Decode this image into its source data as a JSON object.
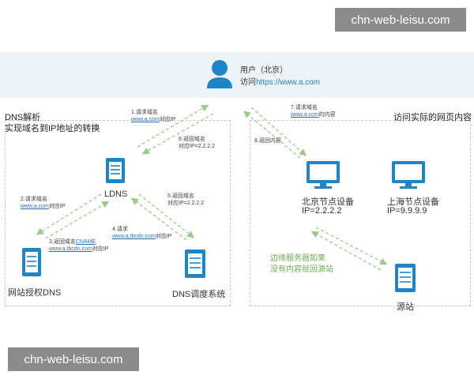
{
  "watermarks": {
    "top": "chn-web-leisu.com",
    "bottom": "chn-web-leisu.com"
  },
  "user": {
    "title": "用户（北京）",
    "visit_prefix": "访问",
    "url": "https://www.a.com"
  },
  "left_panel": {
    "title_line1": "DNS解析",
    "title_line2": "实现域名到IP地址的转换"
  },
  "right_panel": {
    "title": "访问实际的网页内容"
  },
  "nodes": {
    "ldns": "LDNS",
    "authoritative": "网站授权DNS",
    "scheduler": "DNS调度系统",
    "beijing_title": "北京节点设备",
    "beijing_ip": "IP=2.2.2.2",
    "shanghai_title": "上海节点设备",
    "shanghai_ip": "IP=9.9.9.9",
    "origin": "源站"
  },
  "steps": {
    "s1": {
      "line1": "1.请求域名",
      "link": "www.a.com",
      "suffix": "对应IP"
    },
    "s2": {
      "line1": "2.请求域名",
      "link": "www.a.com",
      "suffix": "对应IP"
    },
    "s3": {
      "line1_prefix": "3.返回域名",
      "line1_link": "CNAME",
      "line2_link": "www.a.tbcdn.com",
      "line2_suffix": "对应IP"
    },
    "s4": {
      "line1": "4.请求",
      "link": "www.a.tbcdn.com",
      "suffix": "对应IP"
    },
    "s5": {
      "line1": "5.返回域名",
      "line2": "对应IP=2.2.2.2"
    },
    "s6": {
      "line1": "6.返回域名",
      "line2": "对应IP=2.2.2.2"
    },
    "s7": {
      "line1": "7.请求域名",
      "link": "www.a.com",
      "suffix": "的内容"
    },
    "s8": {
      "line1": "8.返回内容"
    }
  },
  "annotation": {
    "line1": "边缘服务器如果",
    "line2": "没有内容就回源站"
  },
  "colors": {
    "accent_blue": "#1e86c8",
    "arrow_green": "#9cc98a",
    "annotation_green": "#6bb04a",
    "panel_border": "#c7c7c7",
    "band": "#eef3f7",
    "watermark_bg": "#8b8b8b"
  }
}
